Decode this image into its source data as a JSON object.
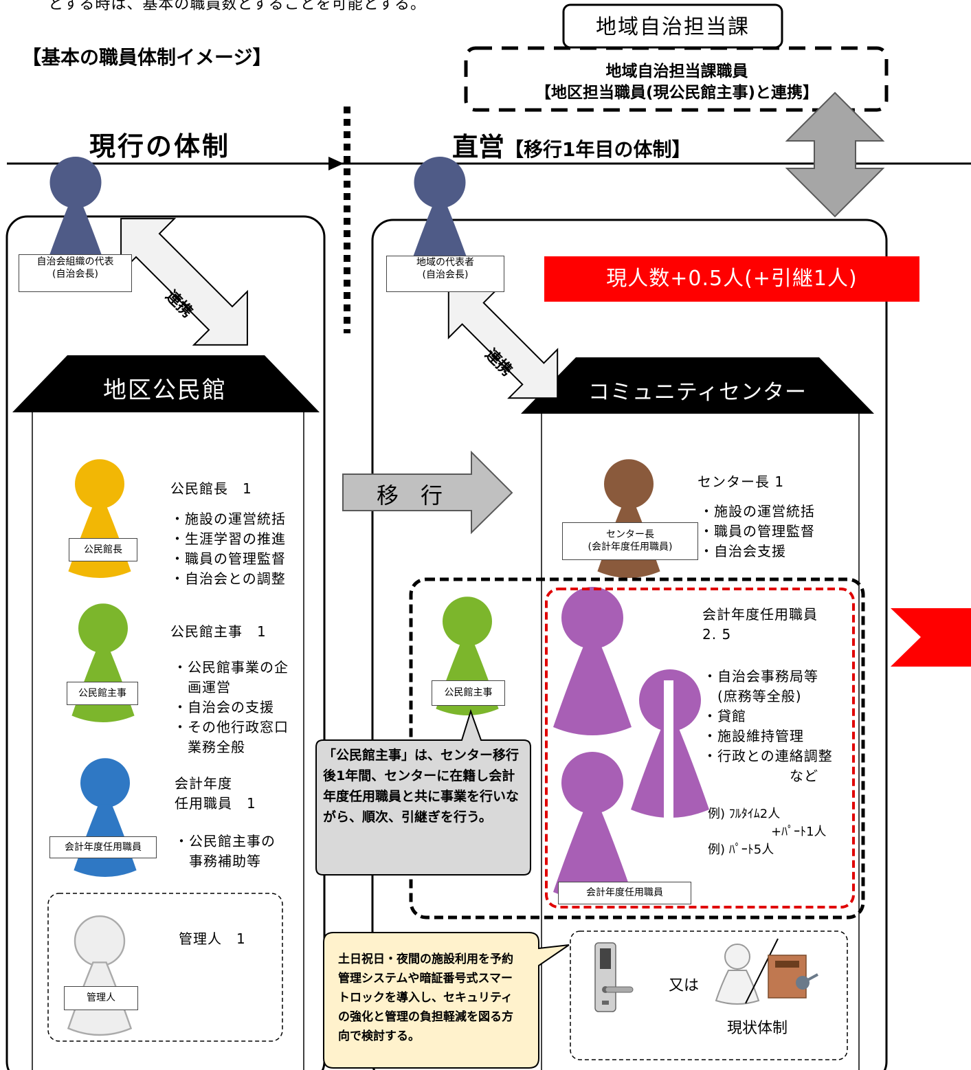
{
  "top_text": "とする時は、基本の職員数とすることを可能とする。",
  "heading": "【基本の職員体制イメージ】",
  "division": {
    "tab": "地域自治担当課",
    "staff_line1": "地域自治担当課職員",
    "staff_line2": "【地区担当職員(現公民館主事)と連携】"
  },
  "current_system_title": "現行の体制",
  "direct_title_main": "直営",
  "direct_title_sub": "【移行1年目の体制】",
  "left": {
    "rep_label_line1": "自治会組織の代表",
    "rep_label_line2": "(自治会長)",
    "link_label": "連携",
    "building_label": "地区公民館",
    "director": {
      "tag": "公民館長",
      "title": "公民館長　1",
      "duties": "・施設の運営統括\n・生涯学習の推進\n・職員の管理監督\n・自治会との調整"
    },
    "officer": {
      "tag": "公民館主事",
      "title": "公民館主事　1",
      "duties": "・公民館事業の企\n　画運営\n・自治会の支援\n・その他行政窓口\n　業務全般"
    },
    "staff": {
      "tag": "会計年度任用職員",
      "title": "会計年度\n任用職員　1",
      "duties": "・公民館主事の\n　事務補助等"
    },
    "caretaker": {
      "tag": "管理人",
      "title": "管理人　1"
    }
  },
  "transition_label": "移　行",
  "right": {
    "rep_label_line1": "地域の代表者",
    "rep_label_line2": "(自治会長)",
    "link_label": "連携",
    "building_label": "コミュニティセンター",
    "headcount_badge": "現人数+0.5人(+引継1人)",
    "center_head": {
      "tag_line1": "センター長",
      "tag_line2": "(会計年度任用職員)",
      "title": "センター長 1",
      "duties": "・施設の運営統括\n・職員の管理監督\n・自治会支援"
    },
    "officer_tag": "公民館主事",
    "staff": {
      "tag": "会計年度任用職員",
      "title": "会計年度任用職員\n2. 5",
      "duties": "・自治会事務局等\n　(庶務等全般)\n・貸館\n・施設維持管理\n・行政との連絡調整\n　　　　　　など",
      "example1_line1": "例) ﾌﾙﾀｲﾑ2人",
      "example1_line2": "+ﾊﾟｰﾄ1人",
      "example2": "例) ﾊﾟｰﾄ5人"
    },
    "officer_note": "「公民館主事」は、センター移行後1年間、センターに在籍し会計年度任用職員と共に事業を行いながら、順次、引継ぎを行う。",
    "security_note": "土日祝日・夜間の施設利用を予約管理システムや暗証番号式スマートロックを導入し、セキュリティの強化と管理の負担軽減を図る方向で検討する。",
    "or_label": "又は",
    "current_label": "現状体制"
  },
  "colors": {
    "rep": "#4f5b87",
    "director": "#f2b705",
    "officer": "#7cb62c",
    "staff_blue": "#2f78c4",
    "caretaker": "#e6e6e6",
    "center_head": "#8a5a3c",
    "staff_purple": "#a85fb5",
    "badge": "#ff0000",
    "note_grey": "#d9d9d9",
    "note_yellow": "#fff2cc"
  }
}
